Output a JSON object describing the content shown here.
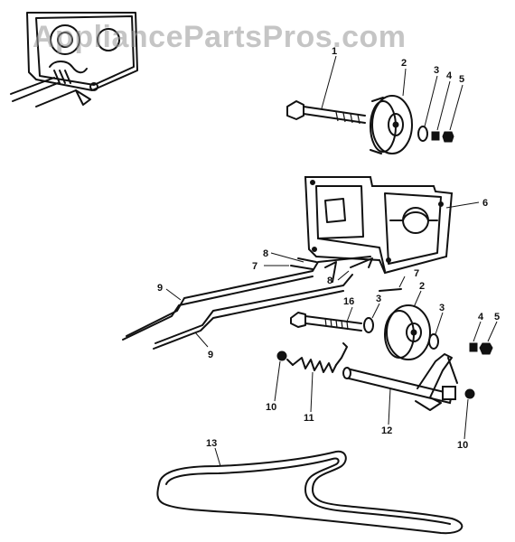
{
  "watermark": "AppliancePartsPros.com",
  "callouts": {
    "c1": "1",
    "c2a": "2",
    "c3a": "3",
    "c4a": "4",
    "c5a": "5",
    "c6": "6",
    "c8a": "8",
    "c7a": "7",
    "c8b": "8",
    "c7b": "7",
    "c9a": "9",
    "c9b": "9",
    "c16": "16",
    "c3b": "3",
    "c2b": "2",
    "c3c": "3",
    "c4b": "4",
    "c5b": "5",
    "c10a": "10",
    "c11": "11",
    "c12": "12",
    "c10b": "10",
    "c13": "13"
  }
}
